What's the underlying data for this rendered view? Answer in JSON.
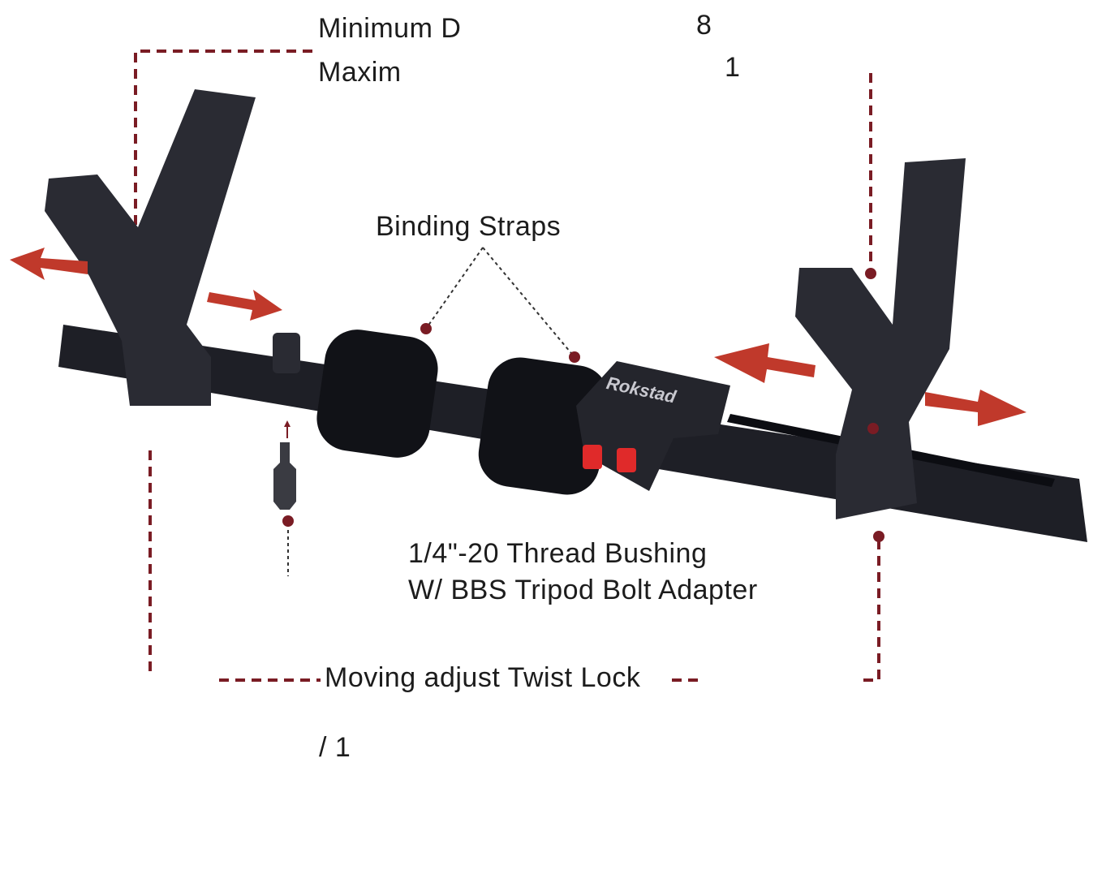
{
  "specs": {
    "min_line": "Minimum D",
    "min_value": "8",
    "max_line": "Maxim",
    "max_value": "1"
  },
  "callouts": {
    "binding_straps": "Binding Straps",
    "thread_bushing_line1": "1/4\"-20 Thread Bushing",
    "thread_bushing_line2": "W/ BBS Tripod Bolt Adapter",
    "twist_lock": "Moving adjust Twist Lock"
  },
  "footer_fragment": "/ 1",
  "logo_text": "Rokstad",
  "colors": {
    "annotation": "#7a1c24",
    "arrow": "#c0392b",
    "product": "#1e1f26",
    "knob": "#e02a2a"
  }
}
